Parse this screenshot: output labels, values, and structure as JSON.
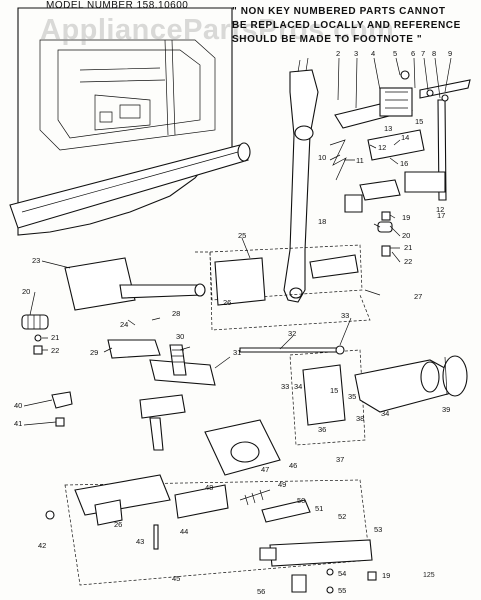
{
  "header": {
    "model": "MODEL NUMBER 158.10600",
    "note_lines": [
      "\" NON  KEY NUMBERED PARTS CANNOT",
      "BE  REPLACED LOCALLY AND REFERENCE",
      "SHOULD BE MADE TO  FOOTNOTE \""
    ]
  },
  "watermark": "AppliancePartsPros.com",
  "page_number": "125",
  "callouts": [
    {
      "id": "c2",
      "label": "2"
    },
    {
      "id": "c3",
      "label": "3"
    },
    {
      "id": "c4",
      "label": "4"
    },
    {
      "id": "c5",
      "label": "5"
    },
    {
      "id": "c6",
      "label": "6"
    },
    {
      "id": "c7",
      "label": "7"
    },
    {
      "id": "c8",
      "label": "8"
    },
    {
      "id": "c9",
      "label": "9"
    },
    {
      "id": "c10",
      "label": "10"
    },
    {
      "id": "c11",
      "label": "11"
    },
    {
      "id": "c12a",
      "label": "12"
    },
    {
      "id": "c12b",
      "label": "12"
    },
    {
      "id": "c13",
      "label": "13"
    },
    {
      "id": "c14",
      "label": "14"
    },
    {
      "id": "c15a",
      "label": "15"
    },
    {
      "id": "c16",
      "label": "16"
    },
    {
      "id": "c17",
      "label": "17"
    },
    {
      "id": "c18",
      "label": "18"
    },
    {
      "id": "c19a",
      "label": "19"
    },
    {
      "id": "c20a",
      "label": "20"
    },
    {
      "id": "c21a",
      "label": "21"
    },
    {
      "id": "c22a",
      "label": "22"
    },
    {
      "id": "c23",
      "label": "23"
    },
    {
      "id": "c20b",
      "label": "20"
    },
    {
      "id": "c24",
      "label": "24"
    },
    {
      "id": "c21b",
      "label": "21"
    },
    {
      "id": "c22b",
      "label": "22"
    },
    {
      "id": "c25",
      "label": "25"
    },
    {
      "id": "c26a",
      "label": "26"
    },
    {
      "id": "c27",
      "label": "27"
    },
    {
      "id": "c28",
      "label": "28"
    },
    {
      "id": "c29",
      "label": "29"
    },
    {
      "id": "c30",
      "label": "30"
    },
    {
      "id": "c31",
      "label": "31"
    },
    {
      "id": "c32",
      "label": "32"
    },
    {
      "id": "c33a",
      "label": "33"
    },
    {
      "id": "c33b",
      "label": "33"
    },
    {
      "id": "c34a",
      "label": "34"
    },
    {
      "id": "c15b",
      "label": "15"
    },
    {
      "id": "c35",
      "label": "35"
    },
    {
      "id": "c38",
      "label": "38"
    },
    {
      "id": "c34b",
      "label": "34"
    },
    {
      "id": "c36",
      "label": "36"
    },
    {
      "id": "c37",
      "label": "37"
    },
    {
      "id": "c39",
      "label": "39"
    },
    {
      "id": "c40",
      "label": "40"
    },
    {
      "id": "c41",
      "label": "41"
    },
    {
      "id": "c47",
      "label": "47"
    },
    {
      "id": "c46",
      "label": "46"
    },
    {
      "id": "c48",
      "label": "48"
    },
    {
      "id": "c49",
      "label": "49"
    },
    {
      "id": "c50",
      "label": "50"
    },
    {
      "id": "c51",
      "label": "51"
    },
    {
      "id": "c52",
      "label": "52"
    },
    {
      "id": "c26b",
      "label": "26"
    },
    {
      "id": "c43",
      "label": "43"
    },
    {
      "id": "c44",
      "label": "44"
    },
    {
      "id": "c42",
      "label": "42"
    },
    {
      "id": "c45",
      "label": "45"
    },
    {
      "id": "c53",
      "label": "53"
    },
    {
      "id": "c54",
      "label": "54"
    },
    {
      "id": "c19b",
      "label": "19"
    },
    {
      "id": "c55",
      "label": "55"
    },
    {
      "id": "c56",
      "label": "56"
    }
  ]
}
